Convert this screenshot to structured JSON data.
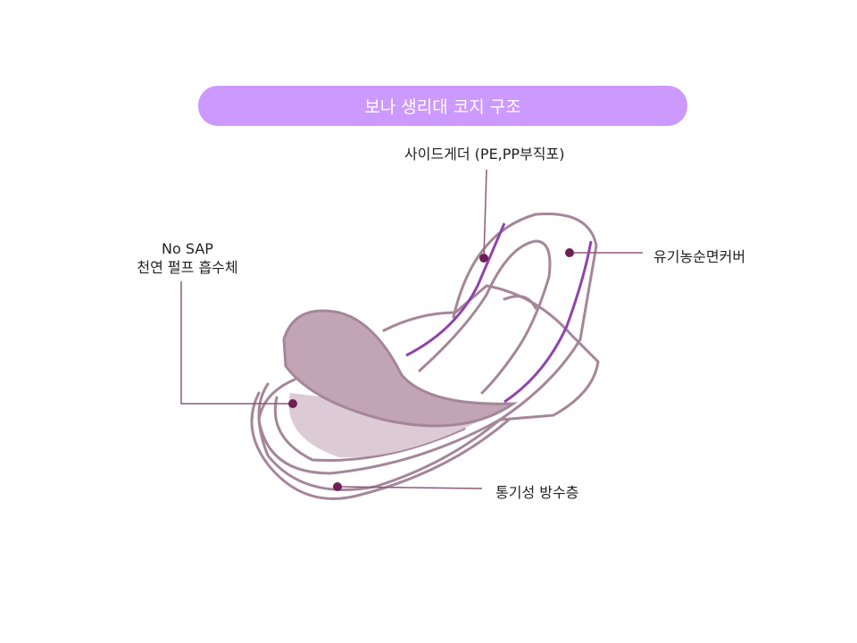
{
  "title": "보나 생리대 코지 구조",
  "labels": {
    "side_gather": "사이드게더 (PE,PP부직포)",
    "no_sap": "No SAP",
    "pulp": "천연 펄프 흡수체",
    "cover": "유기농순면커버",
    "backsheet": "통기성 방수층"
  },
  "colors": {
    "title_bg": "#cc99ff",
    "outline": "#a58699",
    "accent": "#8e44ad",
    "dot": "#6e1f55",
    "pulp_fill": "#c1a5b4"
  }
}
